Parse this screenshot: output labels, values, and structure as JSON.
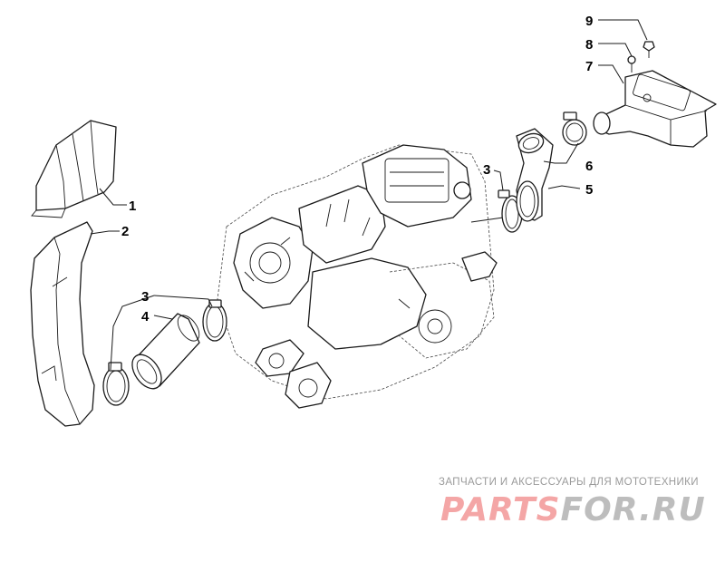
{
  "callouts": [
    {
      "id": "c1",
      "label": "1"
    },
    {
      "id": "c2",
      "label": "2"
    },
    {
      "id": "c3a",
      "label": "3"
    },
    {
      "id": "c4",
      "label": "4"
    },
    {
      "id": "c3b",
      "label": "3"
    },
    {
      "id": "c6",
      "label": "6"
    },
    {
      "id": "c5",
      "label": "5"
    },
    {
      "id": "c7",
      "label": "7"
    },
    {
      "id": "c8",
      "label": "8"
    },
    {
      "id": "c9",
      "label": "9"
    }
  ],
  "watermark": {
    "tagline": "ЗАПЧАСТИ И АКСЕССУАРЫ ДЛЯ МОТОТЕХНИКИ",
    "logo_red": "PARTS",
    "logo_grey": "FOR.RU",
    "colors": {
      "red": "#f4a6a6",
      "grey": "#bdbdbd"
    }
  }
}
